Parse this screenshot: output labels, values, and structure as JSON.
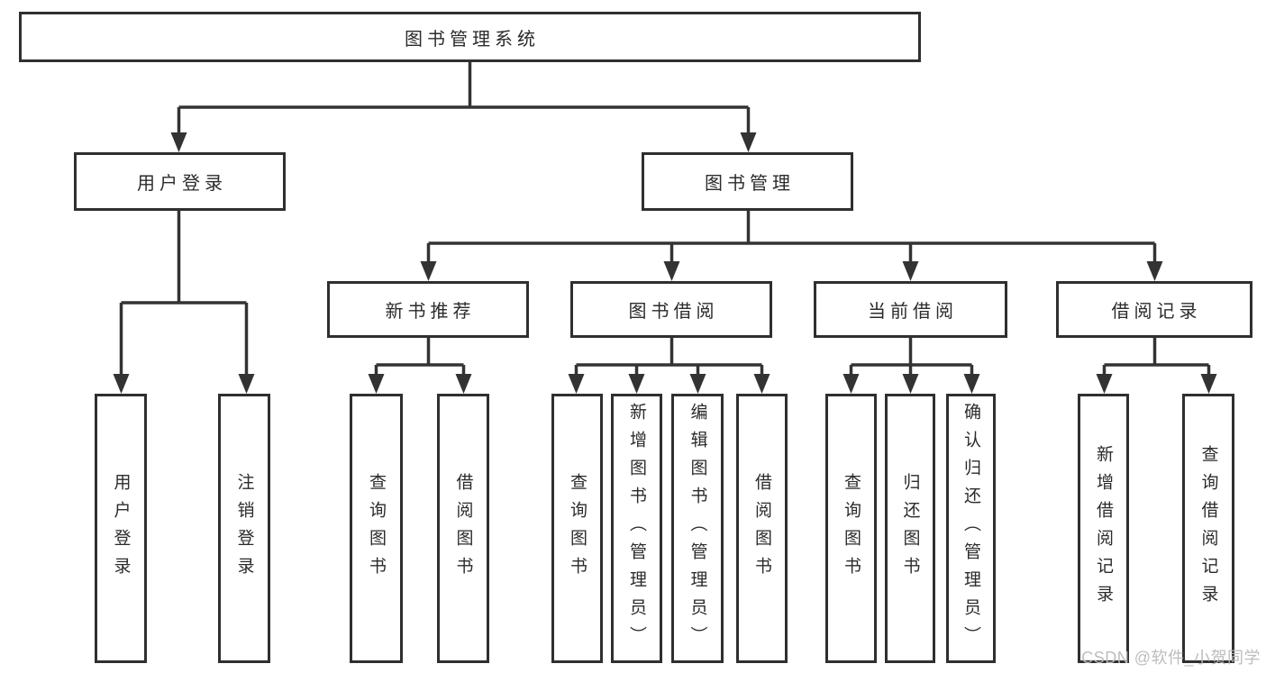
{
  "diagram": {
    "title": "图书管理系统",
    "branches": [
      {
        "label": "用户登录",
        "children": [
          {
            "label": "用户登录"
          },
          {
            "label": "注销登录"
          }
        ]
      },
      {
        "label": "图书管理",
        "children": [
          {
            "label": "新书推荐",
            "children": [
              {
                "label": "查询图书"
              },
              {
                "label": "借阅图书"
              }
            ]
          },
          {
            "label": "图书借阅",
            "children": [
              {
                "label": "查询图书"
              },
              {
                "label": "新增图书（管理员）"
              },
              {
                "label": "编辑图书（管理员）"
              },
              {
                "label": "借阅图书"
              }
            ]
          },
          {
            "label": "当前借阅",
            "children": [
              {
                "label": "查询图书"
              },
              {
                "label": "归还图书"
              },
              {
                "label": "确认归还（管理员）"
              }
            ]
          },
          {
            "label": "借阅记录",
            "children": [
              {
                "label": "新增借阅记录"
              },
              {
                "label": "查询借阅记录"
              }
            ]
          }
        ]
      }
    ]
  },
  "watermark": "CSDN @软件_小贺同学",
  "colors": {
    "line": "#333333",
    "box_border": "#2f2f2f",
    "text": "#2b2b2b",
    "watermark_text": "#b9b9b9",
    "background": "#ffffff"
  }
}
